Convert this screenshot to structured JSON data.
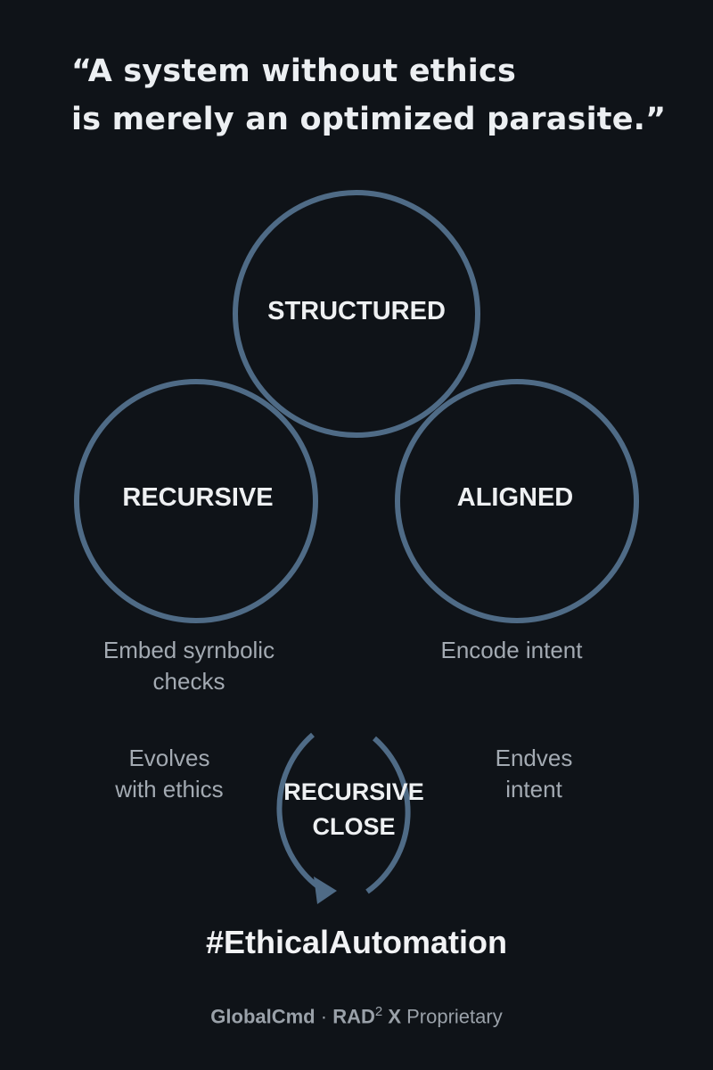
{
  "quote": {
    "line1": "“A system without ethics",
    "line2": "is merely an optimized parasite.”"
  },
  "circles": {
    "top": "STRUCTURED",
    "left": "RECURSIVE",
    "right": "ALIGNED"
  },
  "captions": {
    "left_line1": "Embed syrnbolic",
    "left_line2": "checks",
    "right": "Encode intent",
    "loop_left_line1": "Evolves",
    "loop_left_line2": "with ethics",
    "loop_right_line1": "Endves",
    "loop_right_line2": "intent"
  },
  "loop": {
    "line1": "RECURSIVE",
    "line2": "CLOSE"
  },
  "hashtag": "#EthicalAutomation",
  "footer": {
    "brand": "GlobalCmd",
    "separator": " · ",
    "rad": "RAD",
    "superscript": "2",
    "x": " X",
    "suffix": " Proprietary"
  },
  "colors": {
    "background": "#0f1318",
    "ring": "#4f6b86",
    "text": "#eef0f2",
    "caption": "#a3aab2"
  }
}
